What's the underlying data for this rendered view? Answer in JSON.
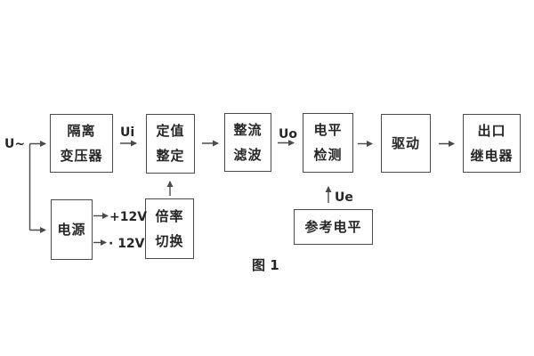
{
  "figure": {
    "caption": "图 1",
    "input_label": "U~",
    "signals": {
      "ui": "Ui",
      "uo": "Uo",
      "ue": "Ue"
    },
    "power_rails": {
      "positive": "+12V",
      "negative": "· 12V"
    },
    "blocks": {
      "isolation_transformer": {
        "line1": "隔离",
        "line2": "变压器"
      },
      "value_setting": {
        "line1": "定值",
        "line2": "整定"
      },
      "rectifier_filter": {
        "line1": "整流",
        "line2": "滤波"
      },
      "level_detection": {
        "line1": "电平",
        "line2": "检测"
      },
      "drive": {
        "label": "驱动"
      },
      "output_relay": {
        "line1": "出口",
        "line2": "继电器"
      },
      "power_supply": {
        "label": "电源"
      },
      "multiplier_switch": {
        "line1": "倍率",
        "line2": "切换"
      },
      "reference_level": {
        "label": "参考电平"
      }
    },
    "colors": {
      "line": "#4a4a4a",
      "text": "#262626",
      "background": "#ffffff"
    }
  }
}
